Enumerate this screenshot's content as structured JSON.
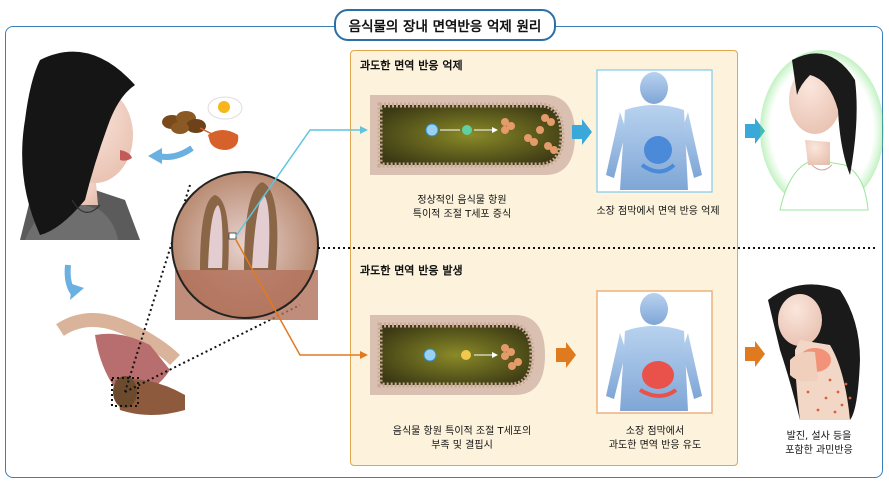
{
  "title": "음식물의 장내 면역반응 억제 원리",
  "top_section": {
    "heading": "과도한 면역 반응 억제",
    "villus_caption": [
      "정상적인 음식물 항원",
      "특이적 조절 T세포 증식"
    ],
    "body_caption": "소장 점막에서 면역 반응 억제"
  },
  "bottom_section": {
    "heading": "과도한 면역 반응 발생",
    "villus_caption": [
      "음식물 항원 특이적 조절 T세포의",
      "부족 및 결핍시"
    ],
    "body_caption": [
      "소장 점막에서",
      "과도한 면역 반응 유도"
    ],
    "outcome_caption": [
      "발진, 설사 등을",
      "포함한 과민반응"
    ]
  },
  "colors": {
    "accent_blue": "#2c6fa6",
    "panel_fill": "#fdf3dd",
    "panel_border": "#e0a650",
    "suppress_arrow": "#3aa9d9",
    "reaction_arrow": "#e07a1f",
    "healthy_glow": "#4cd64c",
    "inflamed_organ": "#e9524a"
  }
}
